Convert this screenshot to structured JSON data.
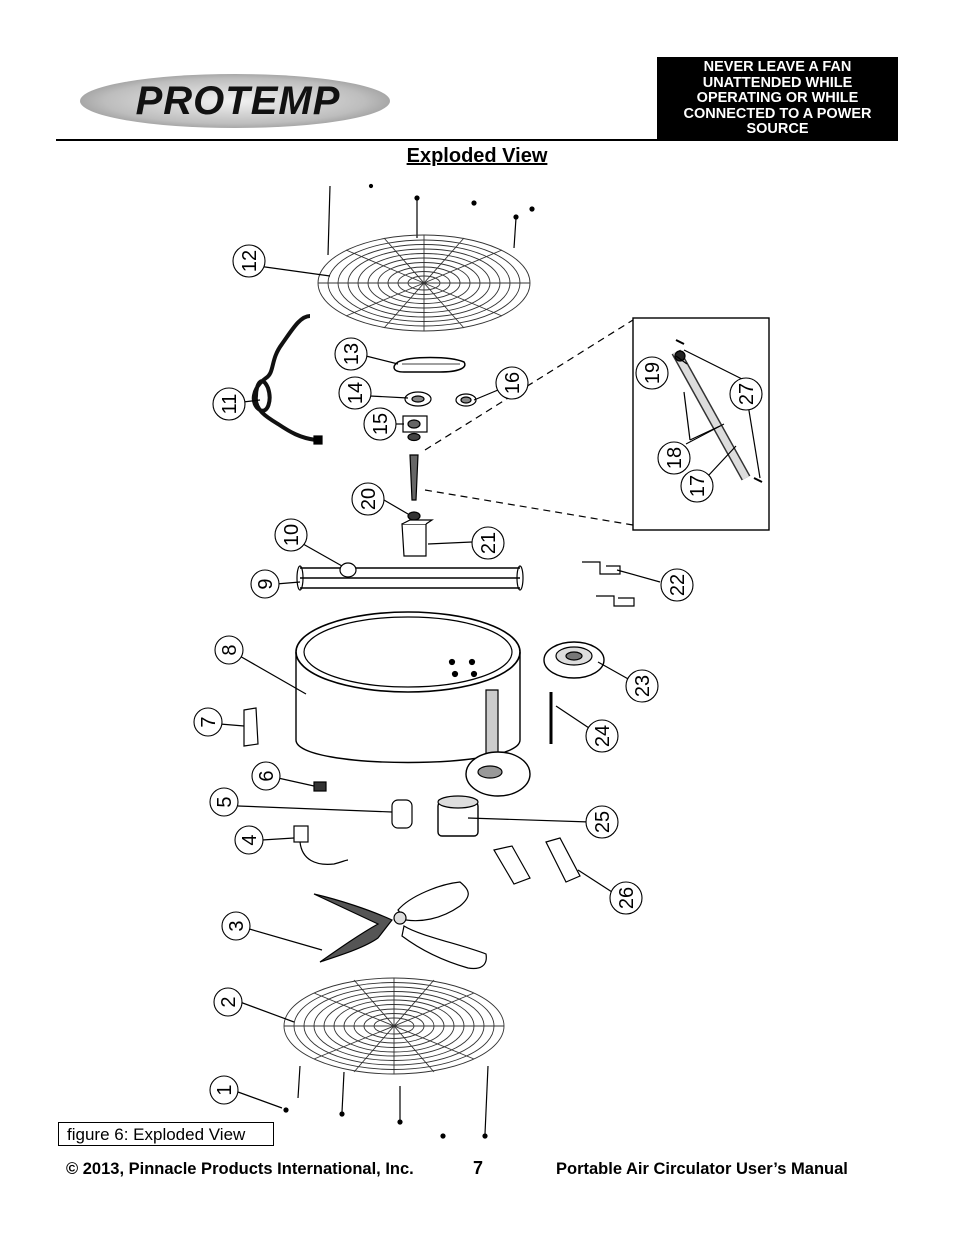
{
  "header": {
    "logo_text": "PROTEMP",
    "warning": "NEVER LEAVE A FAN UNATTENDED WHILE OPERATING OR WHILE CONNECTED TO A POWER SOURCE"
  },
  "title": "Exploded View",
  "callouts": [
    "1",
    "2",
    "3",
    "4",
    "5",
    "6",
    "7",
    "8",
    "9",
    "10",
    "11",
    "12",
    "13",
    "14",
    "15",
    "16",
    "17",
    "18",
    "19",
    "20",
    "21",
    "22",
    "23",
    "24",
    "25",
    "26",
    "27"
  ],
  "caption": "figure 6: Exploded View",
  "footer": {
    "copyright": "© 2013, Pinnacle Products International, Inc.",
    "page": "7",
    "manual": "Portable Air Circulator User’s Manual"
  }
}
